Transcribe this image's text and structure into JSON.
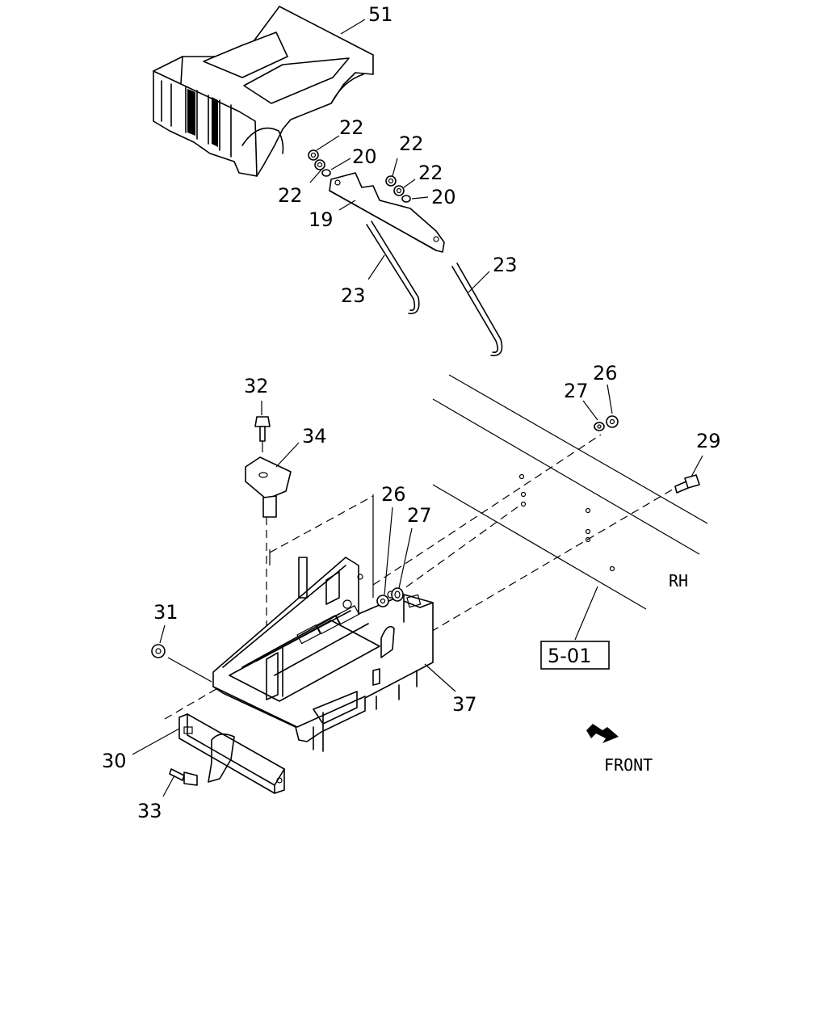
{
  "callouts": {
    "c51": "51",
    "c22a": "22",
    "c20a": "20",
    "c22b": "22",
    "c22c": "22",
    "c22d": "22",
    "c20b": "20",
    "c19": "19",
    "c23a": "23",
    "c23b": "23",
    "c32": "32",
    "c34": "34",
    "c27a": "27",
    "c26a": "26",
    "c29": "29",
    "c26b": "26",
    "c27b": "27",
    "c31": "31",
    "c37": "37",
    "c30": "30",
    "c33": "33"
  },
  "notes": {
    "rh": "RH",
    "ref": "5-01",
    "front": "FRONT"
  }
}
